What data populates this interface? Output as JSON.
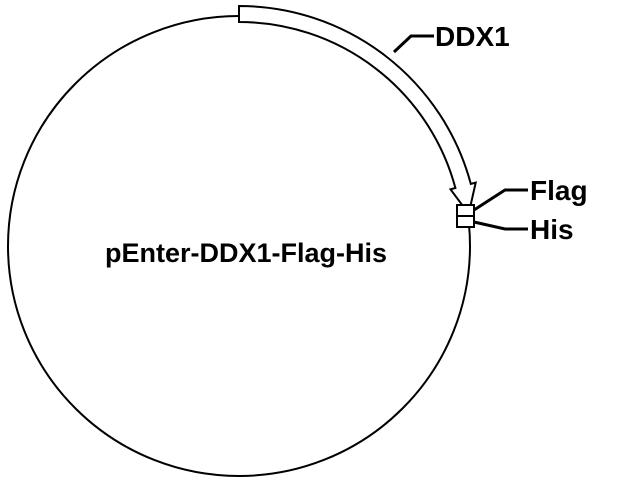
{
  "plasmid": {
    "name": "pEnter-DDX1-Flag-His"
  },
  "features": {
    "gene": {
      "label": "DDX1"
    },
    "tag1": {
      "label": "Flag"
    },
    "tag2": {
      "label": "His"
    }
  },
  "colors": {
    "stroke": "#000000",
    "background": "#ffffff"
  }
}
